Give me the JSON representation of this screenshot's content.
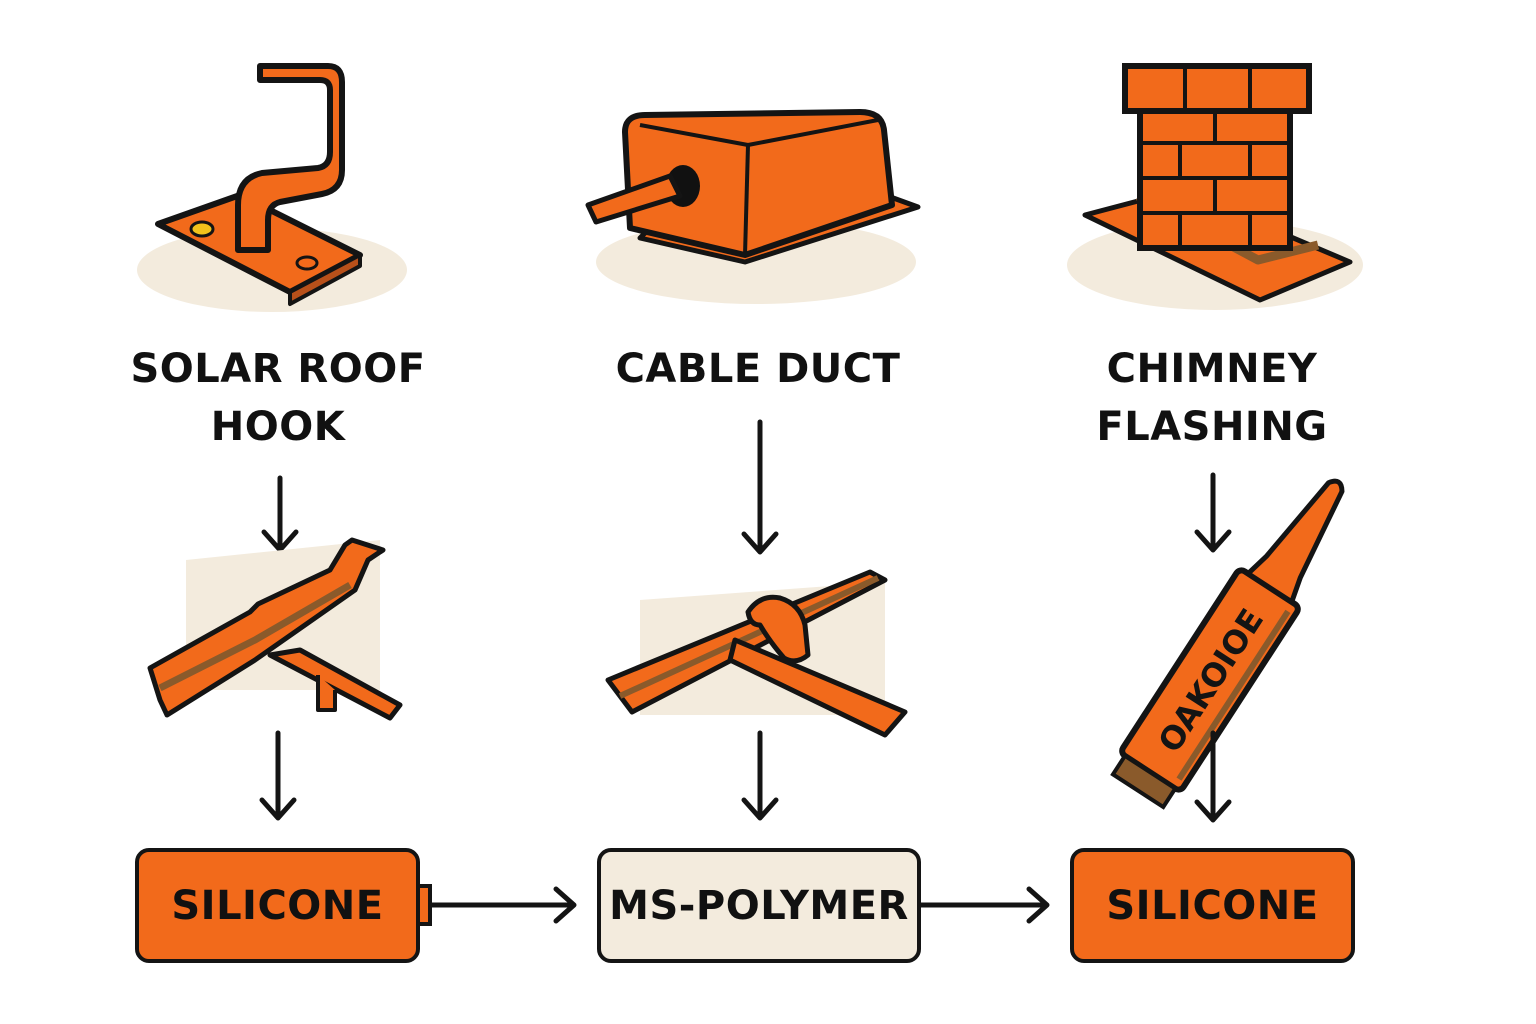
{
  "colors": {
    "orange": "#f26a1b",
    "cream": "#f3ebdd",
    "brown": "#8a5a2b",
    "yellow": "#f2c21b",
    "outline": "#141414"
  },
  "columns": [
    {
      "label_lines": [
        "SOLAR ROOF",
        "HOOK"
      ],
      "object_icon": "solar-roof-hook-icon",
      "tool_icon": "roof-rail-icon"
    },
    {
      "label_lines": [
        "CABLE DUCT"
      ],
      "object_icon": "cable-duct-icon",
      "tool_icon": "clamped-rail-icon"
    },
    {
      "label_lines": [
        "CHIMNEY",
        "FLASHING"
      ],
      "object_icon": "chimney-flashing-icon",
      "tool_icon": "sealant-tube-icon"
    }
  ],
  "tube_label": "OAKOIOE",
  "materials": [
    "SILICONE",
    "MS-POLYMER",
    "SILICONE"
  ]
}
